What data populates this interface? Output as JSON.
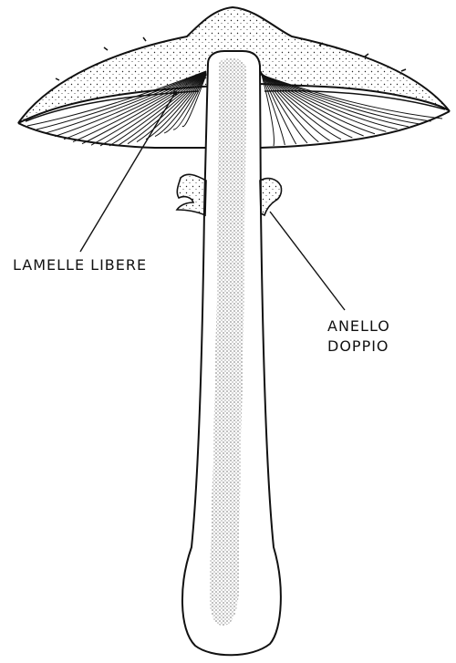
{
  "labels": {
    "gills": "LAMELLE LIBERE",
    "ring_line1": "ANELLO",
    "ring_line2": "DOPPIO"
  },
  "colors": {
    "ink": "#111111",
    "paper": "#ffffff"
  }
}
